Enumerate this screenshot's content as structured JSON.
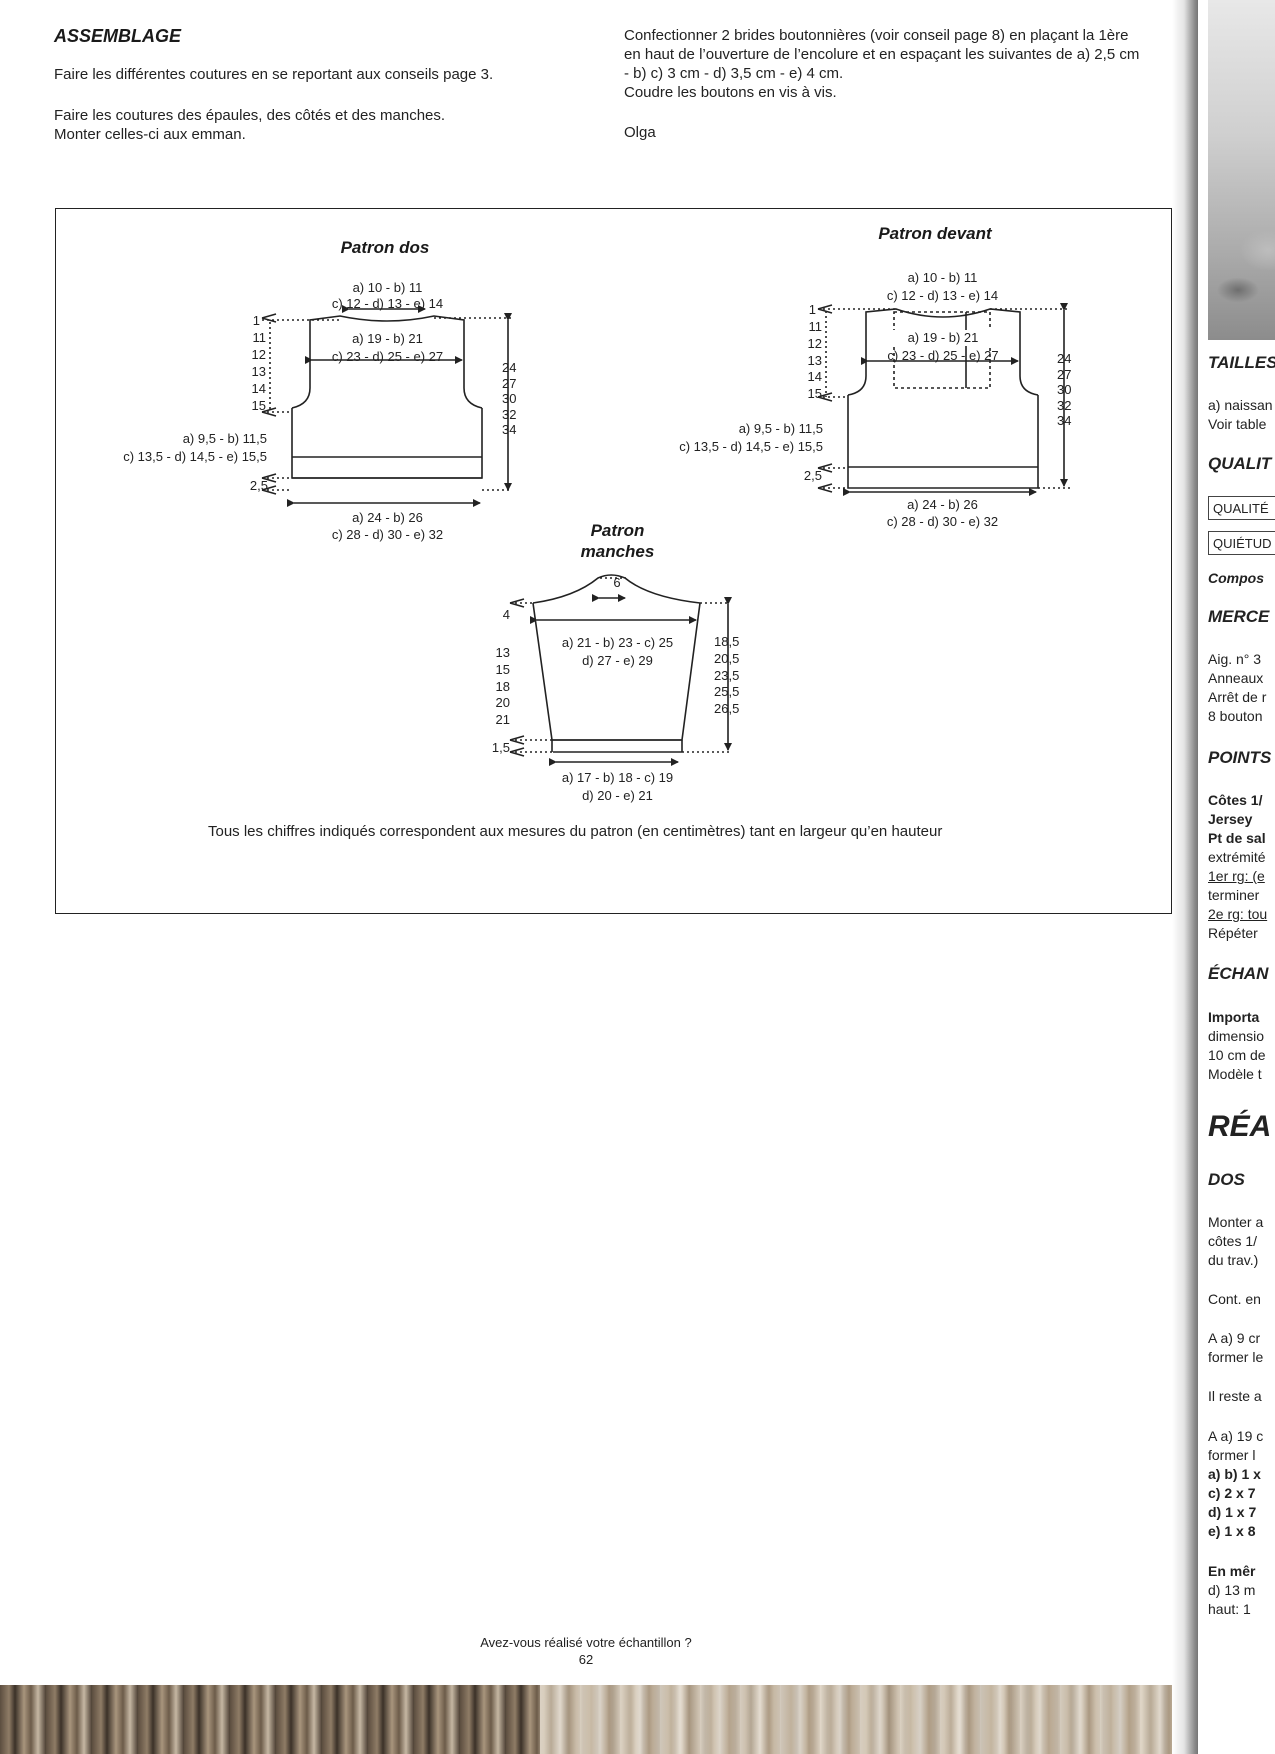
{
  "assemblage": {
    "title": "ASSEMBLAGE",
    "para1": "Faire les différentes coutures en se reportant aux conseils page 3.",
    "para2_line1": "Faire les coutures des épaules, des côtés et des manches.",
    "para2_line2": "Monter celles-ci aux emman."
  },
  "right_col": {
    "line1": "Confectionner 2 brides boutonnières (voir conseil page 8) en plaçant la 1ère",
    "line2": "en haut de l’ouverture de l’encolure et en espaçant les suivantes de a) 2,5 cm",
    "line3": "- b) c) 3 cm - d) 3,5 cm - e) 4 cm.",
    "line4": "Coudre les boutons en vis à vis.",
    "signature": "Olga"
  },
  "diagram": {
    "dos": {
      "title": "Patron dos",
      "top1": "a) 10 - b) 11",
      "top2": "c) 12 - d) 13 - e) 14",
      "inner1": "a) 19 - b) 21",
      "inner2": "c) 23 - d) 25 - e) 27",
      "left_stack": [
        "1",
        "11",
        "12",
        "13",
        "14",
        "15"
      ],
      "right_stack": [
        "24",
        "27",
        "30",
        "32",
        "34"
      ],
      "side1": "a) 9,5 - b) 11,5",
      "side2": "c) 13,5 - d) 14,5 - e) 15,5",
      "rib": "2,5",
      "bottom1": "a) 24 - b) 26",
      "bottom2": "c) 28 - d) 30 - e) 32"
    },
    "devant": {
      "title": "Patron devant",
      "top1": "a) 10 - b) 11",
      "top2": "c) 12 - d) 13 - e) 14",
      "inner1": "a) 19 - b) 21",
      "inner2": "c) 23 - d) 25 - e) 27",
      "left_stack": [
        "1",
        "11",
        "12",
        "13",
        "14",
        "15"
      ],
      "right_stack": [
        "24",
        "27",
        "30",
        "32",
        "34"
      ],
      "side1": "a) 9,5 - b) 11,5",
      "side2": "c) 13,5 - d) 14,5 - e) 15,5",
      "rib": "2,5",
      "bottom1": "a) 24 - b) 26",
      "bottom2": "c) 28 - d) 30 - e) 32"
    },
    "manches": {
      "title_line1": "Patron",
      "title_line2": "manches",
      "top": "6",
      "cap": "4",
      "inner1": "a) 21 - b) 23 - c) 25",
      "inner2": "d) 27 - e) 29",
      "left_stack": [
        "13",
        "15",
        "18",
        "20",
        "21"
      ],
      "right_stack": [
        "18,5",
        "20,5",
        "23,5",
        "25,5",
        "26,5"
      ],
      "rib": "1,5",
      "bottom1": "a) 17 - b) 18 - c) 19",
      "bottom2": "d) 20 - e) 21"
    },
    "note": "Tous les chiffres indiqués correspondent aux mesures du patron (en centimètres) tant en largeur qu’en hauteur"
  },
  "footer": {
    "question": "Avez-vous réalisé votre échantillon ?",
    "page_number": "62"
  },
  "next_page": {
    "tailles": "TAILLES",
    "tailles_l1": "a) naissan",
    "tailles_l2": "Voir table",
    "qualite": "QUALIT",
    "box1": "QUALITÉ",
    "box2": "QUIÉTUD",
    "compos": "Compos",
    "merce": "MERCE",
    "merce_l1": "Aig. n° 3",
    "merce_l2": "Anneaux",
    "merce_l3": "Arrêt de r",
    "merce_l4": "8 bouton",
    "points": "POINTS",
    "p1": "Côtes 1/",
    "p2": "Jersey",
    "p3": "Pt de sal",
    "p4": "extrémité",
    "p5": "1er rg: (e",
    "p6": "terminer",
    "p7": "2e rg: tou",
    "p8": "Répéter",
    "echan": "ÉCHAN",
    "e1": "Importa",
    "e2": "dimensio",
    "e3": "10 cm de",
    "e4": "Modèle t",
    "rea": "RÉA",
    "dos": "DOS",
    "d1": "Monter a",
    "d2": "côtes 1/",
    "d3": "du trav.)",
    "d4": "Cont. en",
    "d5": "A a) 9 cr",
    "d6": "former le",
    "d7": "Il reste a",
    "d8": "A a) 19 c",
    "d9": "former l",
    "d10": "a) b) 1 x",
    "d11": "c) 2 x 7",
    "d12": "d) 1 x 7",
    "d13": "e) 1 x 8",
    "d14": "En mêr",
    "d15": "d) 13 m",
    "d16": "haut: 1"
  }
}
